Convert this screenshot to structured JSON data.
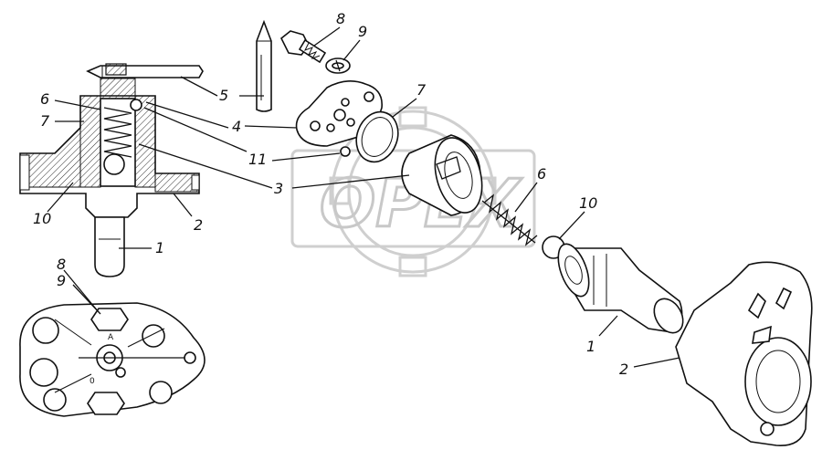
{
  "watermark": {
    "text": "OPEX"
  },
  "callouts": {
    "left_section": [
      "6",
      "7",
      "10",
      "5",
      "4",
      "11",
      "3",
      "2",
      "1"
    ],
    "exploded": [
      "8",
      "9",
      "7",
      "6",
      "10",
      "1",
      "2"
    ],
    "bottom_view": [
      "8",
      "9"
    ]
  },
  "flange_marks": {
    "upper": "A",
    "lower": "0"
  }
}
